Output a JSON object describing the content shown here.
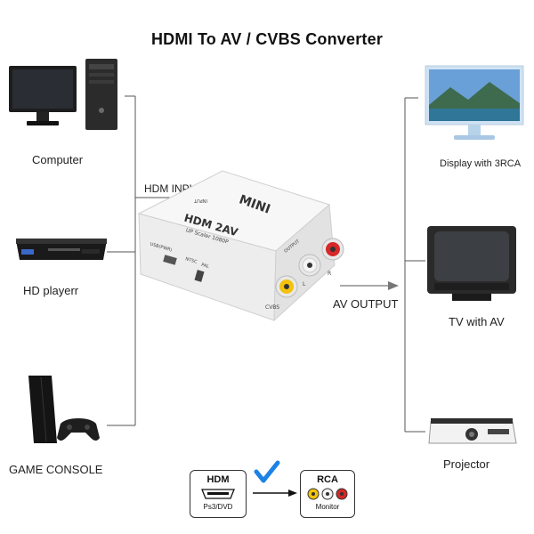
{
  "title": "HDMI To AV / CVBS Converter",
  "inputs": [
    {
      "label": "Computer",
      "icon": "computer-icon"
    },
    {
      "label": "HD playerr",
      "icon": "blu-ray-player-icon"
    },
    {
      "label": "GAME CONSOLE",
      "icon": "game-console-icon"
    }
  ],
  "outputs": [
    {
      "label": "Display with 3RCA",
      "icon": "lcd-display-icon"
    },
    {
      "label": "TV with AV",
      "icon": "crt-tv-icon"
    },
    {
      "label": "Projector",
      "icon": "projector-icon"
    }
  ],
  "connector_labels": {
    "input": "HDM  INPUT",
    "output": "AV OUTPUT"
  },
  "device": {
    "brand": "MINI",
    "model": "HDM 2AV",
    "subtitle": "UP Scaler 1080P",
    "port_usb": "USB(PWR)",
    "switch_ntsc": "NTSC",
    "switch_pal": "PAL",
    "output_label": "OUTPUT",
    "cvbs_label": "CVBS",
    "l_label": "L",
    "r_label": "R",
    "input_label": "INPUT"
  },
  "legend": {
    "hdmi_title": "HDM",
    "hdmi_sub": "Ps3/DVD",
    "rca_title": "RCA",
    "rca_sub": "Monitor"
  },
  "colors": {
    "wire": "#555555",
    "arrow": "#777777",
    "check": "#1d82e6",
    "rca_yellow": "#f4c20d",
    "rca_white": "#eeeeee",
    "rca_red": "#d62828"
  }
}
